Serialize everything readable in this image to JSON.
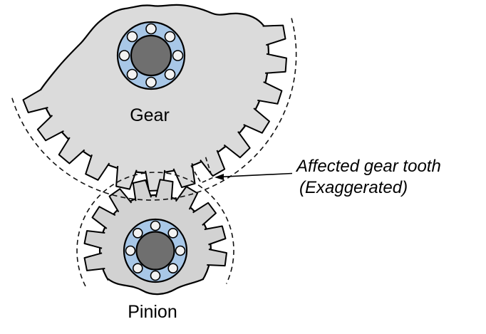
{
  "diagram": {
    "labels": {
      "gear": "Gear",
      "pinion": "Pinion"
    },
    "annotation": {
      "line1": "Affected gear tooth",
      "line2": "(Exaggerated)"
    },
    "colors": {
      "background": "#ffffff",
      "gear_fill": "#dbdbdb",
      "pinion_fill": "#d2d2d2",
      "outline": "#000000",
      "bearing_ring": "#a8c7e7",
      "hub": "#6f6f6f",
      "ball": "#f2f2f2",
      "dash": "#111111",
      "text": "#000000"
    }
  }
}
